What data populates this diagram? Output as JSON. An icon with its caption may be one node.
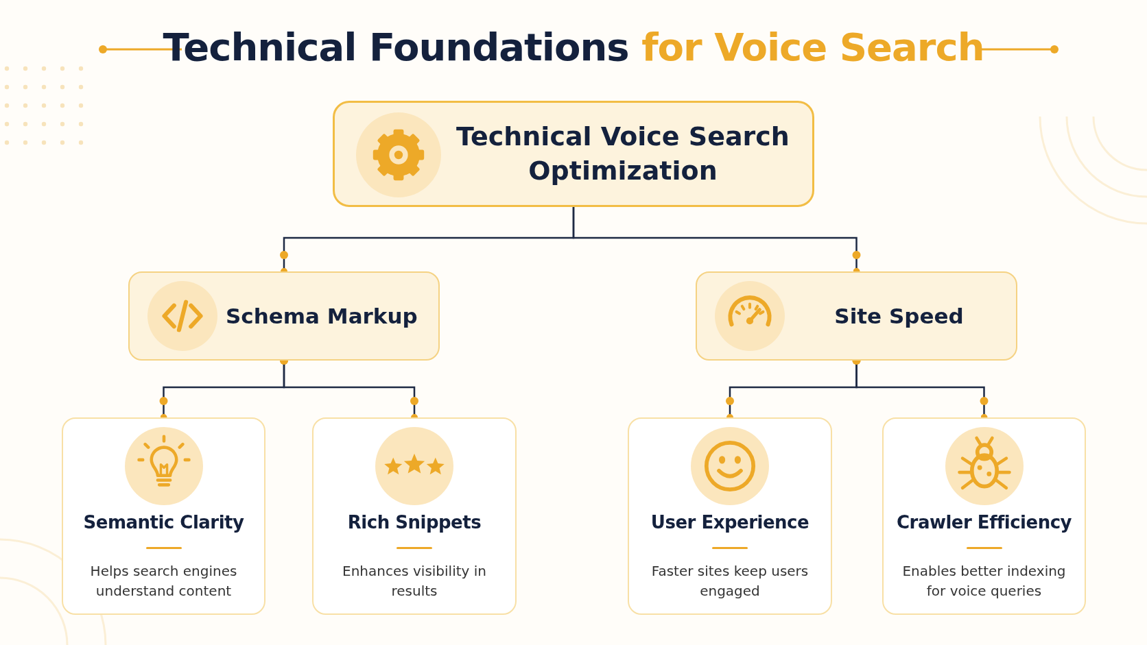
{
  "diagram": {
    "title": "Technical Foundations **for Voice Search**",
    "nodes": [
      {
        "text": [
          "Technical Voice Search Optimization"
        ]
      },
      {
        "text": [
          "Schema Markup"
        ]
      },
      {
        "text": [
          "Site Speed"
        ]
      },
      {
        "text": [
          "Semantic Clarity",
          "Helps search engines understand content"
        ]
      },
      {
        "text": [
          "Rich Snippets",
          "Enhances visibility in results"
        ]
      },
      {
        "text": [
          "User Experience",
          "Faster sites keep users engaged"
        ]
      },
      {
        "text": [
          "Crawler Efficiency",
          "Enables better indexing for voice queries"
        ]
      }
    ],
    "edges": [
      {
        "from": 0,
        "to": 1,
        "arrow": "other"
      },
      {
        "from": 0,
        "to": 2,
        "arrow": "other"
      },
      {
        "from": 1,
        "to": 3,
        "arrow": "other"
      },
      {
        "from": 1,
        "to": 4,
        "arrow": "other"
      },
      {
        "from": 2,
        "to": 5,
        "arrow": "other"
      },
      {
        "from": 2,
        "to": 6,
        "arrow": "other"
      }
    ]
  }
}
